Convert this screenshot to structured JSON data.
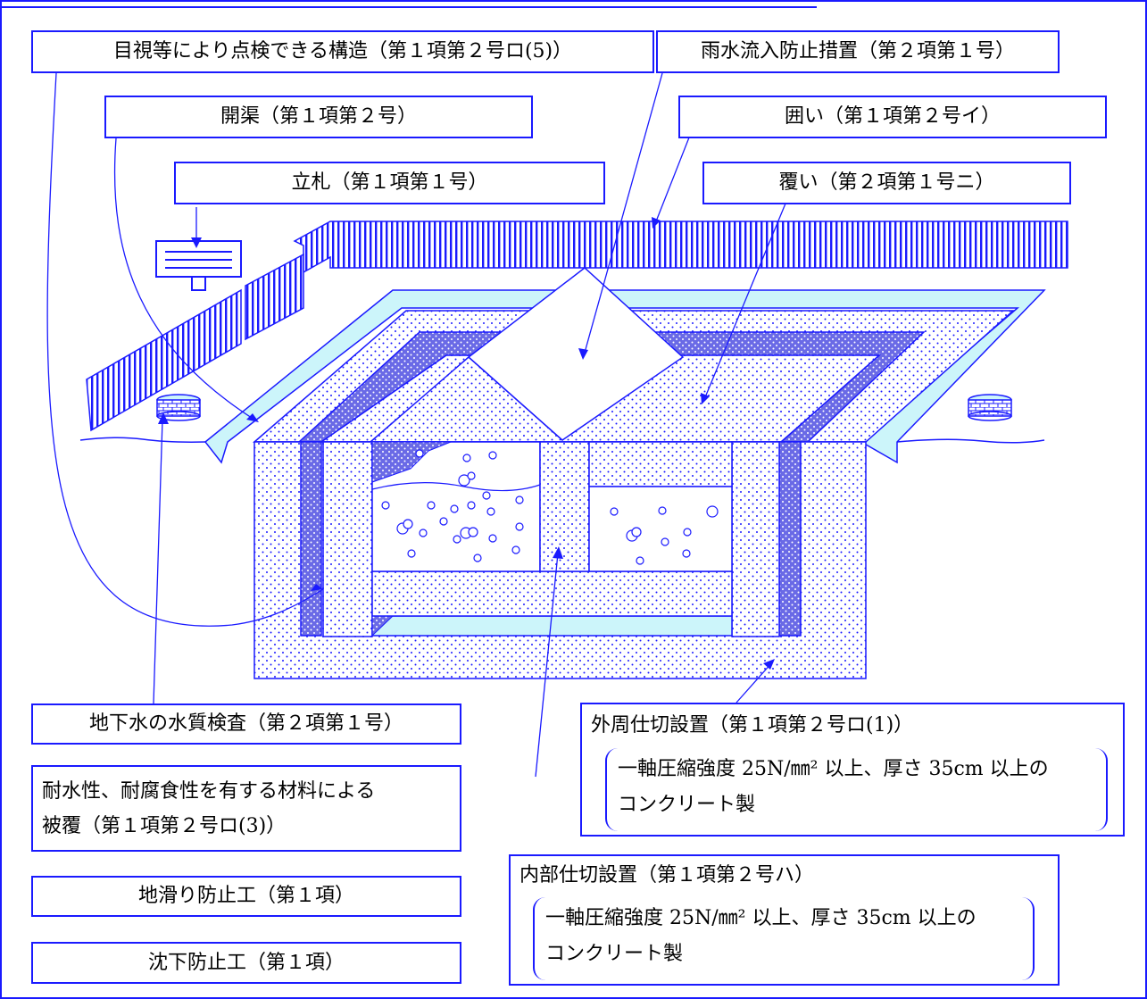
{
  "labels": {
    "visual_inspection": "目視等により点検できる構造（第１項第２号ロ(5)）",
    "rain_prevention": "雨水流入防止措置（第２項第１号）",
    "open_channel": "開渠（第１項第２号）",
    "enclosure": "囲い（第１項第２号イ）",
    "signboard": "立札（第１項第１号）",
    "cover": "覆い（第２項第１号ニ）",
    "groundwater_test": "地下水の水質検査（第２項第１号）",
    "coating_line1": "耐水性、耐腐食性を有する材料による",
    "coating_line2": "被覆（第１項第２号ロ(3)）",
    "landslide_prevention": "地滑り防止工（第１項）",
    "settlement_prevention": "沈下防止工（第１項）",
    "outer_partition": "外周仕切設置（第１項第２号ロ(1)）",
    "outer_spec_line1": "一軸圧縮強度 25N/㎜² 以上、厚さ 35cm 以上の",
    "outer_spec_line2": "コンクリート製",
    "inner_partition": "内部仕切設置（第１項第２号ハ）",
    "inner_spec_line1": "一軸圧縮強度 25N/㎜² 以上、厚さ 35cm 以上の",
    "inner_spec_line2": "コンクリート製"
  },
  "colors": {
    "line": "#1a1aff",
    "channel": "#ccf5fa",
    "coating": "#6a6ae6",
    "concrete_dot": "#1a1aff"
  }
}
